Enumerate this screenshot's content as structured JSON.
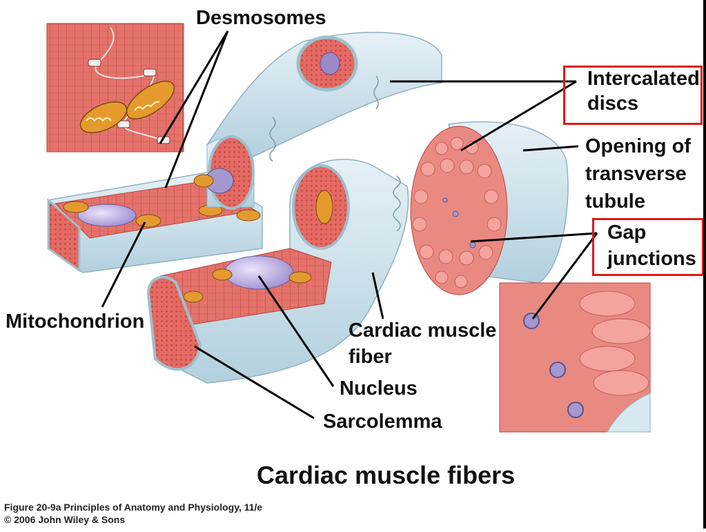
{
  "labels": {
    "desmosomes": "Desmosomes",
    "intercalated_discs_line1": "Intercalated",
    "intercalated_discs_line2": "discs",
    "opening_line1": "Opening of",
    "opening_line2": "transverse",
    "opening_line3": "tubule",
    "gap_line1": "Gap",
    "gap_line2": "junctions",
    "mitochondrion": "Mitochondrion",
    "cardiac_fiber_line1": "Cardiac muscle",
    "cardiac_fiber_line2": "fiber",
    "nucleus": "Nucleus",
    "sarcolemma": "Sarcolemma"
  },
  "title": "Cardiac muscle fibers",
  "credit": {
    "line1": "Figure 20-9a  Principles of Anatomy and Physiology, 11/e",
    "line2": "© 2006 John Wiley & Sons"
  },
  "colors": {
    "highlight_box": "#e01818",
    "membrane": "#cde4ee",
    "muscle": "#e4706a",
    "mitochondrion": "#e59a2e",
    "nucleus": "#b7a8dc"
  }
}
